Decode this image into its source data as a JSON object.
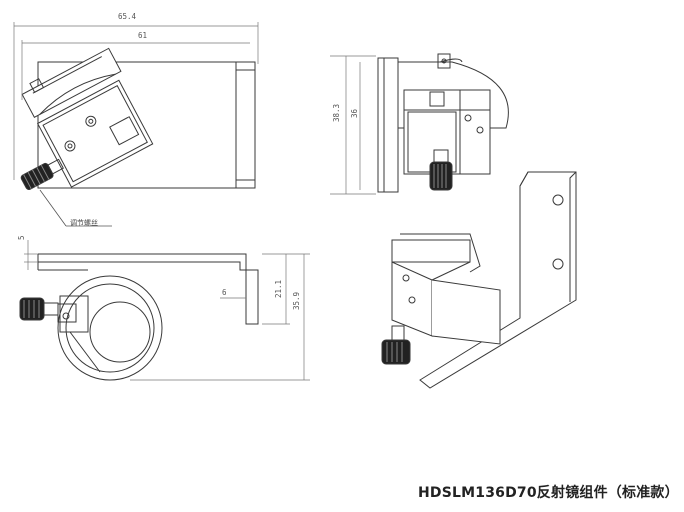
{
  "dimensions": {
    "top_width_overall": "65.4",
    "top_width_inner": "61",
    "side_height_outer": "38.3",
    "side_height_inner": "36",
    "front_offset_small": "5",
    "front_slot": "6",
    "front_height_inner": "21.1",
    "front_height_outer": "35.9"
  },
  "callout": {
    "adjust_screw_label": "调节螺丝"
  },
  "caption": {
    "title": "HDSLM136D70反射镜组件（标准款）"
  },
  "colors": {
    "line": "#3a3a3a",
    "dim_line": "#777777",
    "knob": "#222222"
  }
}
